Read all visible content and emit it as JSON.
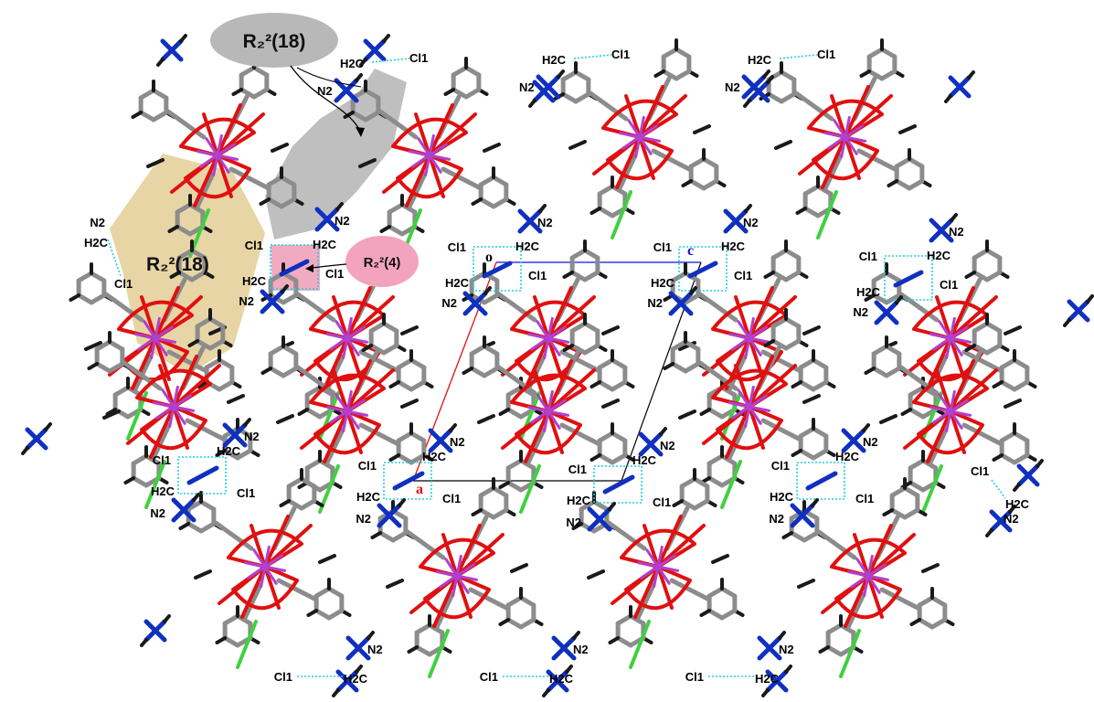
{
  "callouts": {
    "ring_top": "R₂²(18)",
    "ring_left": "R₂²(18)",
    "ring_small": "R₂²(4)"
  },
  "atom_labels": {
    "cl": "Cl1",
    "n": "N2",
    "h": "H2C"
  },
  "cell_axes": {
    "a": "a",
    "c": "c",
    "origin": "o"
  },
  "colors": {
    "carbon": "#8c8c8c",
    "hydrogen": "#1a1a1a",
    "oxygen": "#e01010",
    "metal": "#b040d0",
    "chlorine": "#40d040",
    "nitrogen": "#1030c0",
    "hbond": "#20d0e0",
    "ring_gray": "#bcbcbc",
    "ring_tan": "#e6d3a0",
    "ring_pink": "#f0a7bd",
    "callout_gray": "#b8b8b8",
    "callout_pink": "#f4a3bf",
    "axis_a": "#e01010",
    "axis_c": "#1010e0",
    "axis_b": "#000000"
  },
  "icons": {
    "metal_center": "star-burst",
    "ligand": "stick-model"
  }
}
